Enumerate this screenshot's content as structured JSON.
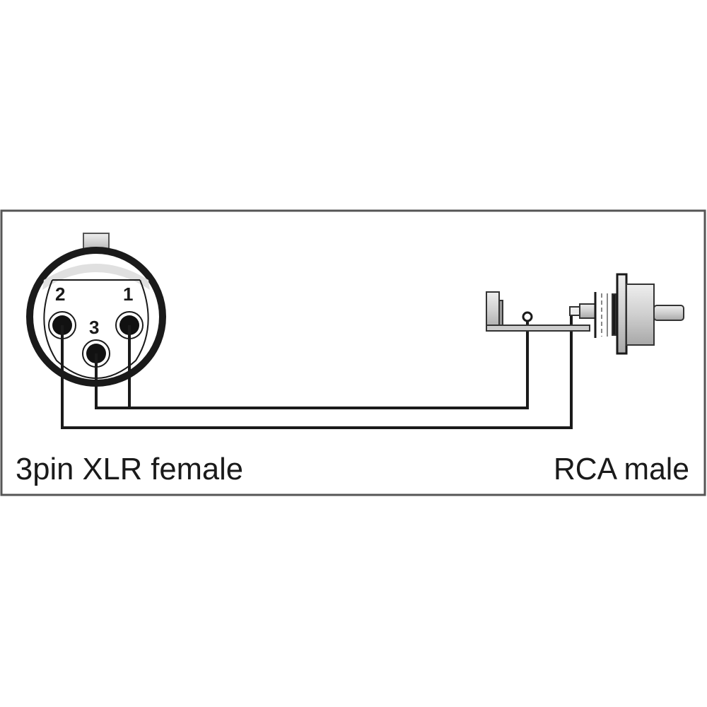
{
  "left_connector": {
    "label": "3pin XLR female",
    "pins": [
      "1",
      "2",
      "3"
    ]
  },
  "right_connector": {
    "label": "RCA male"
  },
  "colors": {
    "line": "#1a1a1a",
    "frame": "#555555",
    "metal": "#bdbdbd"
  }
}
